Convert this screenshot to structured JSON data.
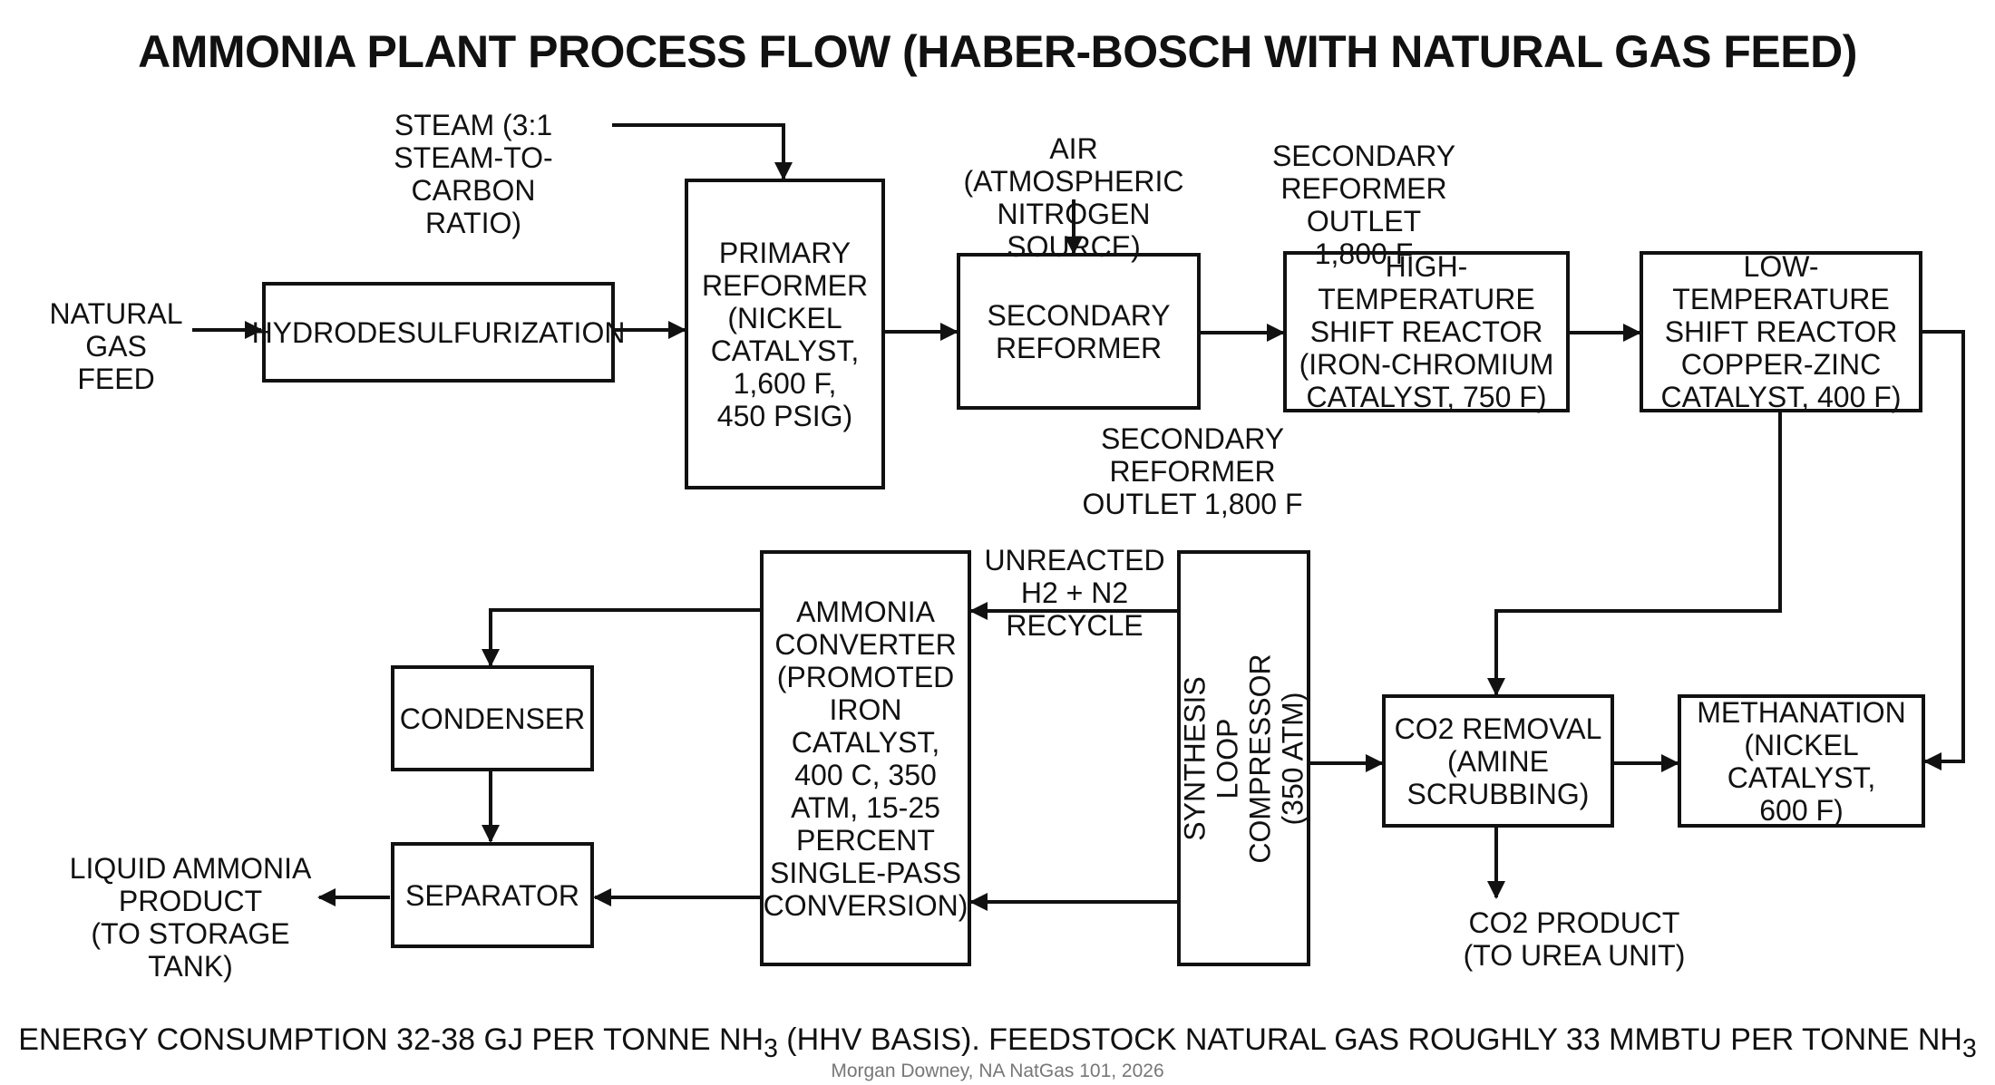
{
  "title": "AMMONIA PLANT PROCESS FLOW (HABER-BOSCH WITH NATURAL GAS FEED)",
  "boxes": {
    "hydrodesulfurization": "HYDRODESULFURIZATION",
    "primary_reformer": "PRIMARY\nREFORMER\n(NICKEL\nCATALYST,\n1,600 F,\n450 PSIG)",
    "secondary_reformer": "SECONDARY\nREFORMER",
    "ht_shift": "HIGH-TEMPERATURE\nSHIFT REACTOR\n(IRON-CHROMIUM\nCATALYST, 750 F)",
    "lt_shift": "LOW-TEMPERATURE\nSHIFT REACTOR\nCOPPER-ZINC\nCATALYST, 400 F)",
    "condenser": "CONDENSER",
    "separator": "SEPARATOR",
    "ammonia_converter": "AMMONIA\nCONVERTER\n(PROMOTED\nIRON CATALYST,\n400 C, 350\nATM, 15-25\nPERCENT\nSINGLE-PASS\nCONVERSION)",
    "synthesis_compressor": "SYNTHESIS LOOP\nCOMPRESSOR\n(350 ATM)",
    "co2_removal": "CO2 REMOVAL\n(AMINE\nSCRUBBING)",
    "methanation": "METHANATION\n(NICKEL CATALYST,\n600 F)"
  },
  "labels": {
    "natural_gas_feed": "NATURAL\nGAS FEED",
    "steam": "STEAM (3:1\nSTEAM-TO-CARBON\nRATIO)",
    "air": "AIR (ATMOSPHERIC\nNITROGEN SOURCE)",
    "secondary_outlet_top": "SECONDARY\nREFORMER OUTLET\n1,800 F",
    "secondary_outlet_mid": "SECONDARY\nREFORMER\nOUTLET 1,800 F",
    "unreacted_recycle": "UNREACTED\nH2 + N2\nRECYCLE",
    "liquid_ammonia": "LIQUID AMMONIA\nPRODUCT\n(TO STORAGE TANK)",
    "co2_product": "CO2 PRODUCT\n(TO UREA UNIT)"
  },
  "footer": {
    "part1": "ENERGY CONSUMPTION 32-38 GJ PER TONNE NH",
    "sub1": "3",
    "part2": " (HHV BASIS). FEEDSTOCK NATURAL GAS ROUGHLY 33 MMBTU PER TONNE NH",
    "sub2": "3"
  },
  "credit": "Morgan Downey, NA NatGas 101, 2026"
}
